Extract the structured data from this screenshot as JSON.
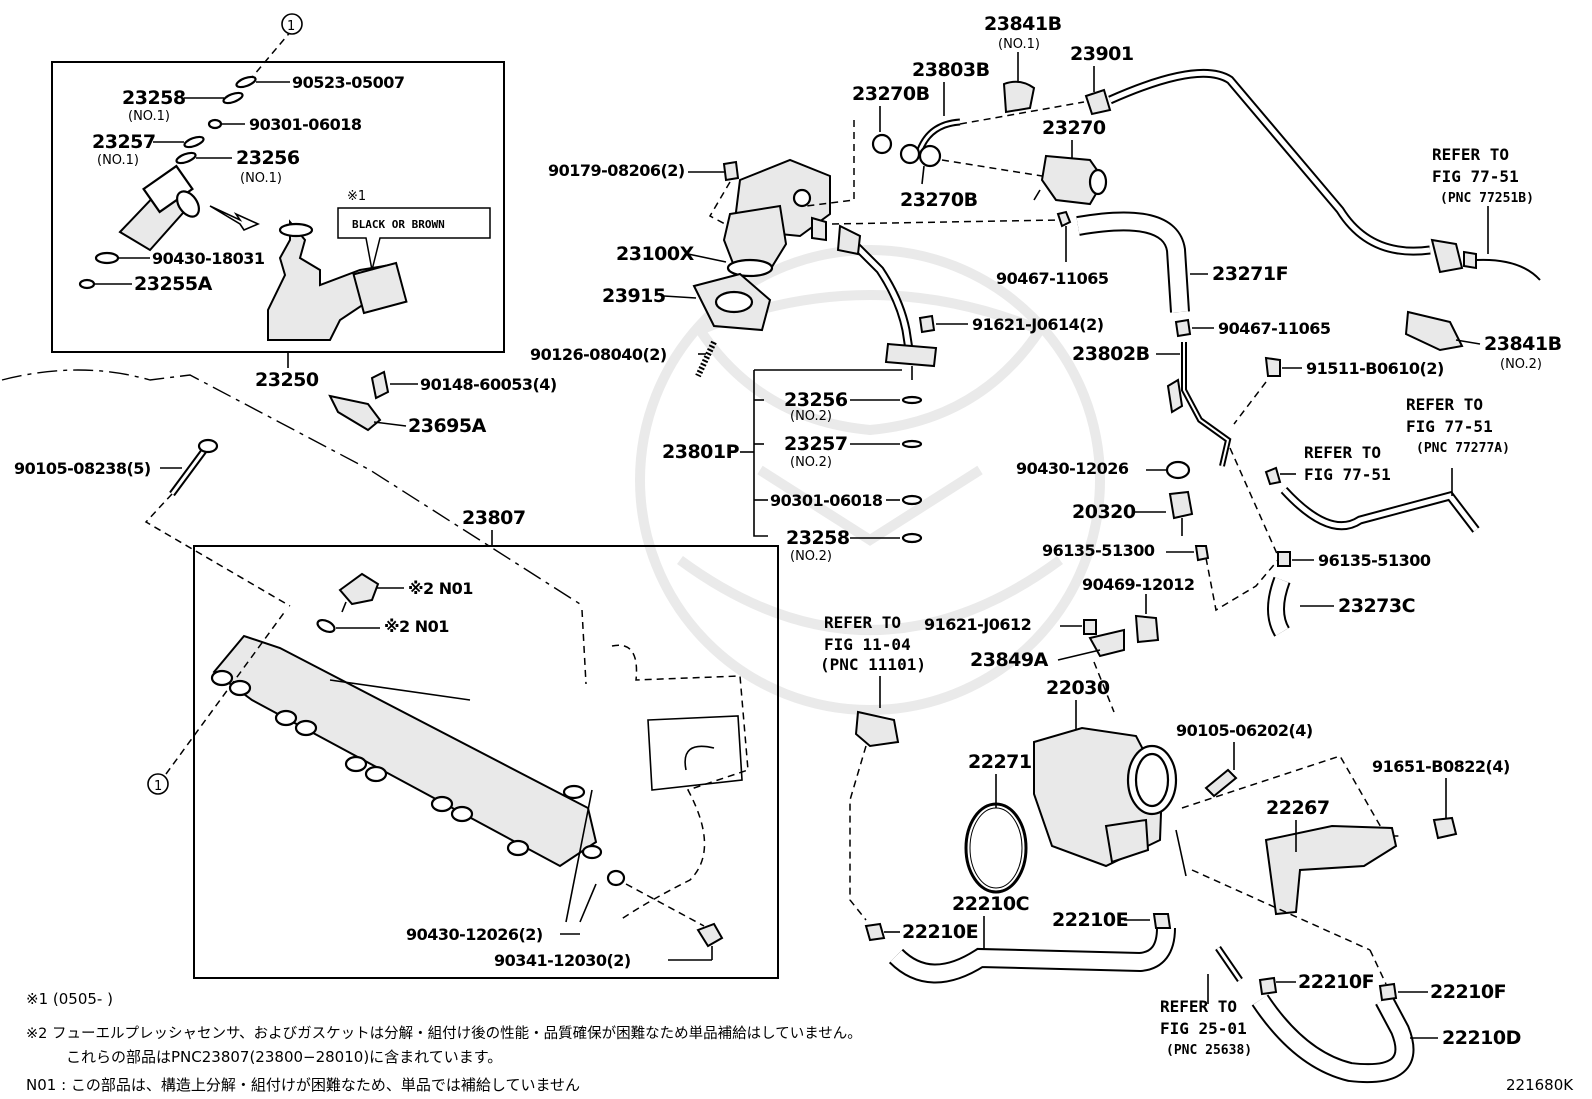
{
  "diagram_code": "221680K",
  "circle_ref": "1",
  "parts": {
    "p23841B_1": "23841B",
    "p23841B_1_sub": "(NO.1)",
    "p23901": "23901",
    "p23803B": "23803B",
    "p23270B_a": "23270B",
    "p23270": "23270",
    "p23270B_b": "23270B",
    "p90179": "90179-08206(2)",
    "p23100X": "23100X",
    "p23915": "23915",
    "p90126": "90126-08040(2)",
    "p90467_a": "90467-11065",
    "p23271F": "23271F",
    "p91621a": "91621-J0614(2)",
    "p90467_b": "90467-11065",
    "p23802B": "23802B",
    "p91511": "91511-B0610(2)",
    "p23841B_2": "23841B",
    "p23841B_2_sub": "(NO.2)",
    "p23256_2": "23256",
    "p23256_2_sub": "(NO.2)",
    "p23257_2": "23257",
    "p23257_2_sub": "(NO.2)",
    "p23801P": "23801P",
    "p90301_2": "90301-06018",
    "p23258_2": "23258",
    "p23258_2_sub": "(NO.2)",
    "p90430_12026": "90430-12026",
    "p20320": "20320",
    "p96135_a": "96135-51300",
    "p96135_b": "96135-51300",
    "p90469": "90469-12012",
    "p23273C": "23273C",
    "p91621b": "91621-J0612",
    "p23849A": "23849A",
    "p22030": "22030",
    "p90105_06202": "90105-06202(4)",
    "p91651": "91651-B0822(4)",
    "p22271": "22271",
    "p22267": "22267",
    "p22210C": "22210C",
    "p22210E_a": "22210E",
    "p22210E_b": "22210E",
    "p22210F_a": "22210F",
    "p22210F_b": "22210F",
    "p22210D": "22210D",
    "p90523": "90523-05007",
    "p23258_1": "23258",
    "p23258_1_sub": "(NO.1)",
    "p90301_1": "90301-06018",
    "p23257_1": "23257",
    "p23257_1_sub": "(NO.1)",
    "p23256_1": "23256",
    "p23256_1_sub": "(NO.1)",
    "p90430_18031": "90430-18031",
    "p23255A": "23255A",
    "p23250": "23250",
    "black_or_brown": "BLACK OR BROWN",
    "note1_mark": "※1",
    "p90148": "90148-60053(4)",
    "p23695A": "23695A",
    "p90105_08238": "90105-08238(5)",
    "p23807": "23807",
    "n01_a": "※2  N01",
    "n01_b": "※2  N01",
    "p90430_12026_2": "90430-12026(2)",
    "p90341": "90341-12030(2)"
  },
  "refs": {
    "r1": [
      "REFER TO",
      "FIG 77-51",
      "(PNC 77251B)"
    ],
    "r2": [
      "REFER TO",
      "FIG 77-51",
      "(PNC 77277A)"
    ],
    "r3": [
      "REFER TO",
      "FIG 77-51"
    ],
    "r4": [
      "REFER TO",
      "FIG 11-04",
      "(PNC 11101)"
    ],
    "r5": [
      "REFER TO",
      "FIG 25-01",
      "(PNC 25638)"
    ]
  },
  "notes": {
    "n1": "※1 (0505-        )",
    "n2": "※2  フューエルプレッシャセンサ、およびガスケットは分解・組付け後の性能・品質確保が困難なため単品補給はしていません。",
    "n2b": "これらの部品はPNC23807(23800−28010)に含まれています。",
    "n3": "N01 : この部品は、構造上分解・組付けが困難なため、単品では補給していません"
  }
}
